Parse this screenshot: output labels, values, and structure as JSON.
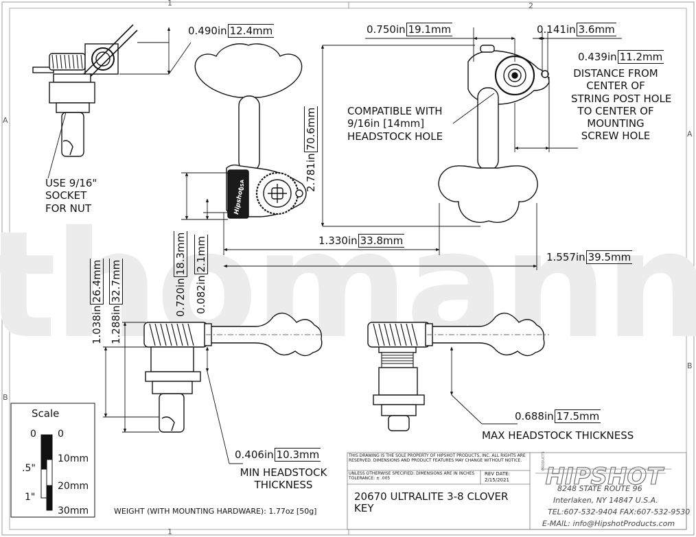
{
  "watermark": "thomann",
  "zones": {
    "top_1": "1",
    "top_2": "2",
    "bottom_1": "1",
    "left_a": "A",
    "right_a": "A",
    "left_b": "B",
    "right_b": "B"
  },
  "dims": {
    "d1": {
      "in": "0.490in",
      "mm": "12.4mm"
    },
    "d2": {
      "in": "0.750in",
      "mm": "19.1mm"
    },
    "d3": {
      "in": "0.141in",
      "mm": "3.6mm"
    },
    "d4": {
      "in": "0.439in",
      "mm": "11.2mm"
    },
    "d5": {
      "in": "2.781in",
      "mm": "70.6mm"
    },
    "d6": {
      "in": "0.720in",
      "mm": "18.3mm"
    },
    "d7": {
      "in": "0.082in",
      "mm": "2.1mm"
    },
    "d8": {
      "in": "1.330in",
      "mm": "33.8mm"
    },
    "d9": {
      "in": "1.557in",
      "mm": "39.5mm"
    },
    "d10": {
      "in": "1.038in",
      "mm": "26.4mm"
    },
    "d11": {
      "in": "1.288in",
      "mm": "32.7mm"
    },
    "d12": {
      "in": "0.406in",
      "mm": "10.3mm"
    },
    "d13": {
      "in": "0.688in",
      "mm": "17.5mm"
    }
  },
  "notes": {
    "distance": [
      "DISTANCE FROM",
      "CENTER OF",
      "STRING POST HOLE",
      "TO CENTER OF",
      "MOUNTING",
      "SCREW HOLE"
    ],
    "compatible": [
      "COMPATIBLE WITH",
      "9/16in [14mm]",
      "HEADSTOCK HOLE"
    ],
    "socket": [
      "USE 9/16\"",
      "SOCKET",
      "FOR NUT"
    ],
    "min_thickness": [
      "MIN HEADSTOCK",
      "THICKNESS"
    ],
    "max_thickness": "MAX HEADSTOCK THICKNESS"
  },
  "scale": {
    "title": "Scale",
    "l0": "0",
    "r0": "0",
    "l5": ".5\"",
    "r10": "10mm",
    "r20": "20mm",
    "l1": "1\"",
    "r30": "30mm"
  },
  "weight": "WEIGHT (WITH MOUNTING HARDWARE): 1.77oz [50g]",
  "title_block": {
    "legal": "THIS DRAWING IS THE SOLE PROPERTY OF HIPSHOT PRODUCTS, INC. ALL RIGHTS ARE RESERVED. DIMENSIONS AND PRODUCT FEATURES MAY CHANGE WITHOUT NOTICE.",
    "tol": "UNLESS OTHERWISE SPECIFIED: DIMENSIONS ARE IN INCHES TOLERANCE: ± .005",
    "rev_label": "REV DATE:",
    "rev_date": "2/15/2021",
    "part": "20670 ULTRALITE 3-8 CLOVER KEY",
    "brand": "HIPSHOT",
    "brand_tag": "PRODUCTS",
    "address": [
      "8248 STATE ROUTE 96",
      "Interlaken, NY 14847 U.S.A.",
      "TEL:607-532-9404 FAX:607-532-9530",
      "E-MAIL: info@HipshotProducts.com"
    ]
  },
  "part_marks": {
    "logo": "Hipshot",
    "usa": "USA"
  }
}
